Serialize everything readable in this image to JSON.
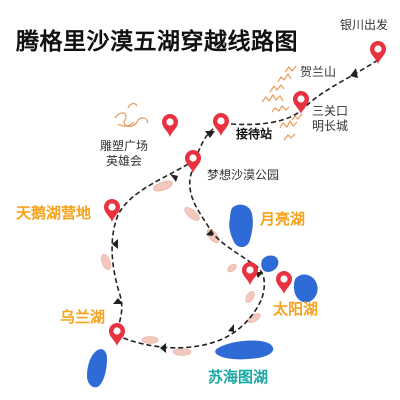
{
  "title": "腾格里沙漠五湖穿越线路图",
  "places": {
    "yinchuan": "银川出发",
    "helanshan": "贺兰山",
    "sanguankou_1": "三关口",
    "sanguankou_2": "明长城",
    "jiedaizhan": "接待站",
    "diaosu_1": "雕塑广场",
    "diaosu_2": "英雄会",
    "mengxiang": "梦想沙漠公园",
    "tiane": "天鹅湖营地",
    "yueliang": "月亮湖",
    "wulan": "乌兰湖",
    "taiyang": "太阳湖",
    "suhaitu": "苏海图湖"
  },
  "colors": {
    "route": "#222222",
    "pin": "#e8323f",
    "lake": "#2e6bd6",
    "lake_label": "#f5a31c",
    "teal_label": "#1aa8a6",
    "dune": "#f3c9bd"
  },
  "icons": [
    "map-pin-icon",
    "lake-shape",
    "sand-dune-icon",
    "route-arrow-icon",
    "mountain-range-icon"
  ]
}
